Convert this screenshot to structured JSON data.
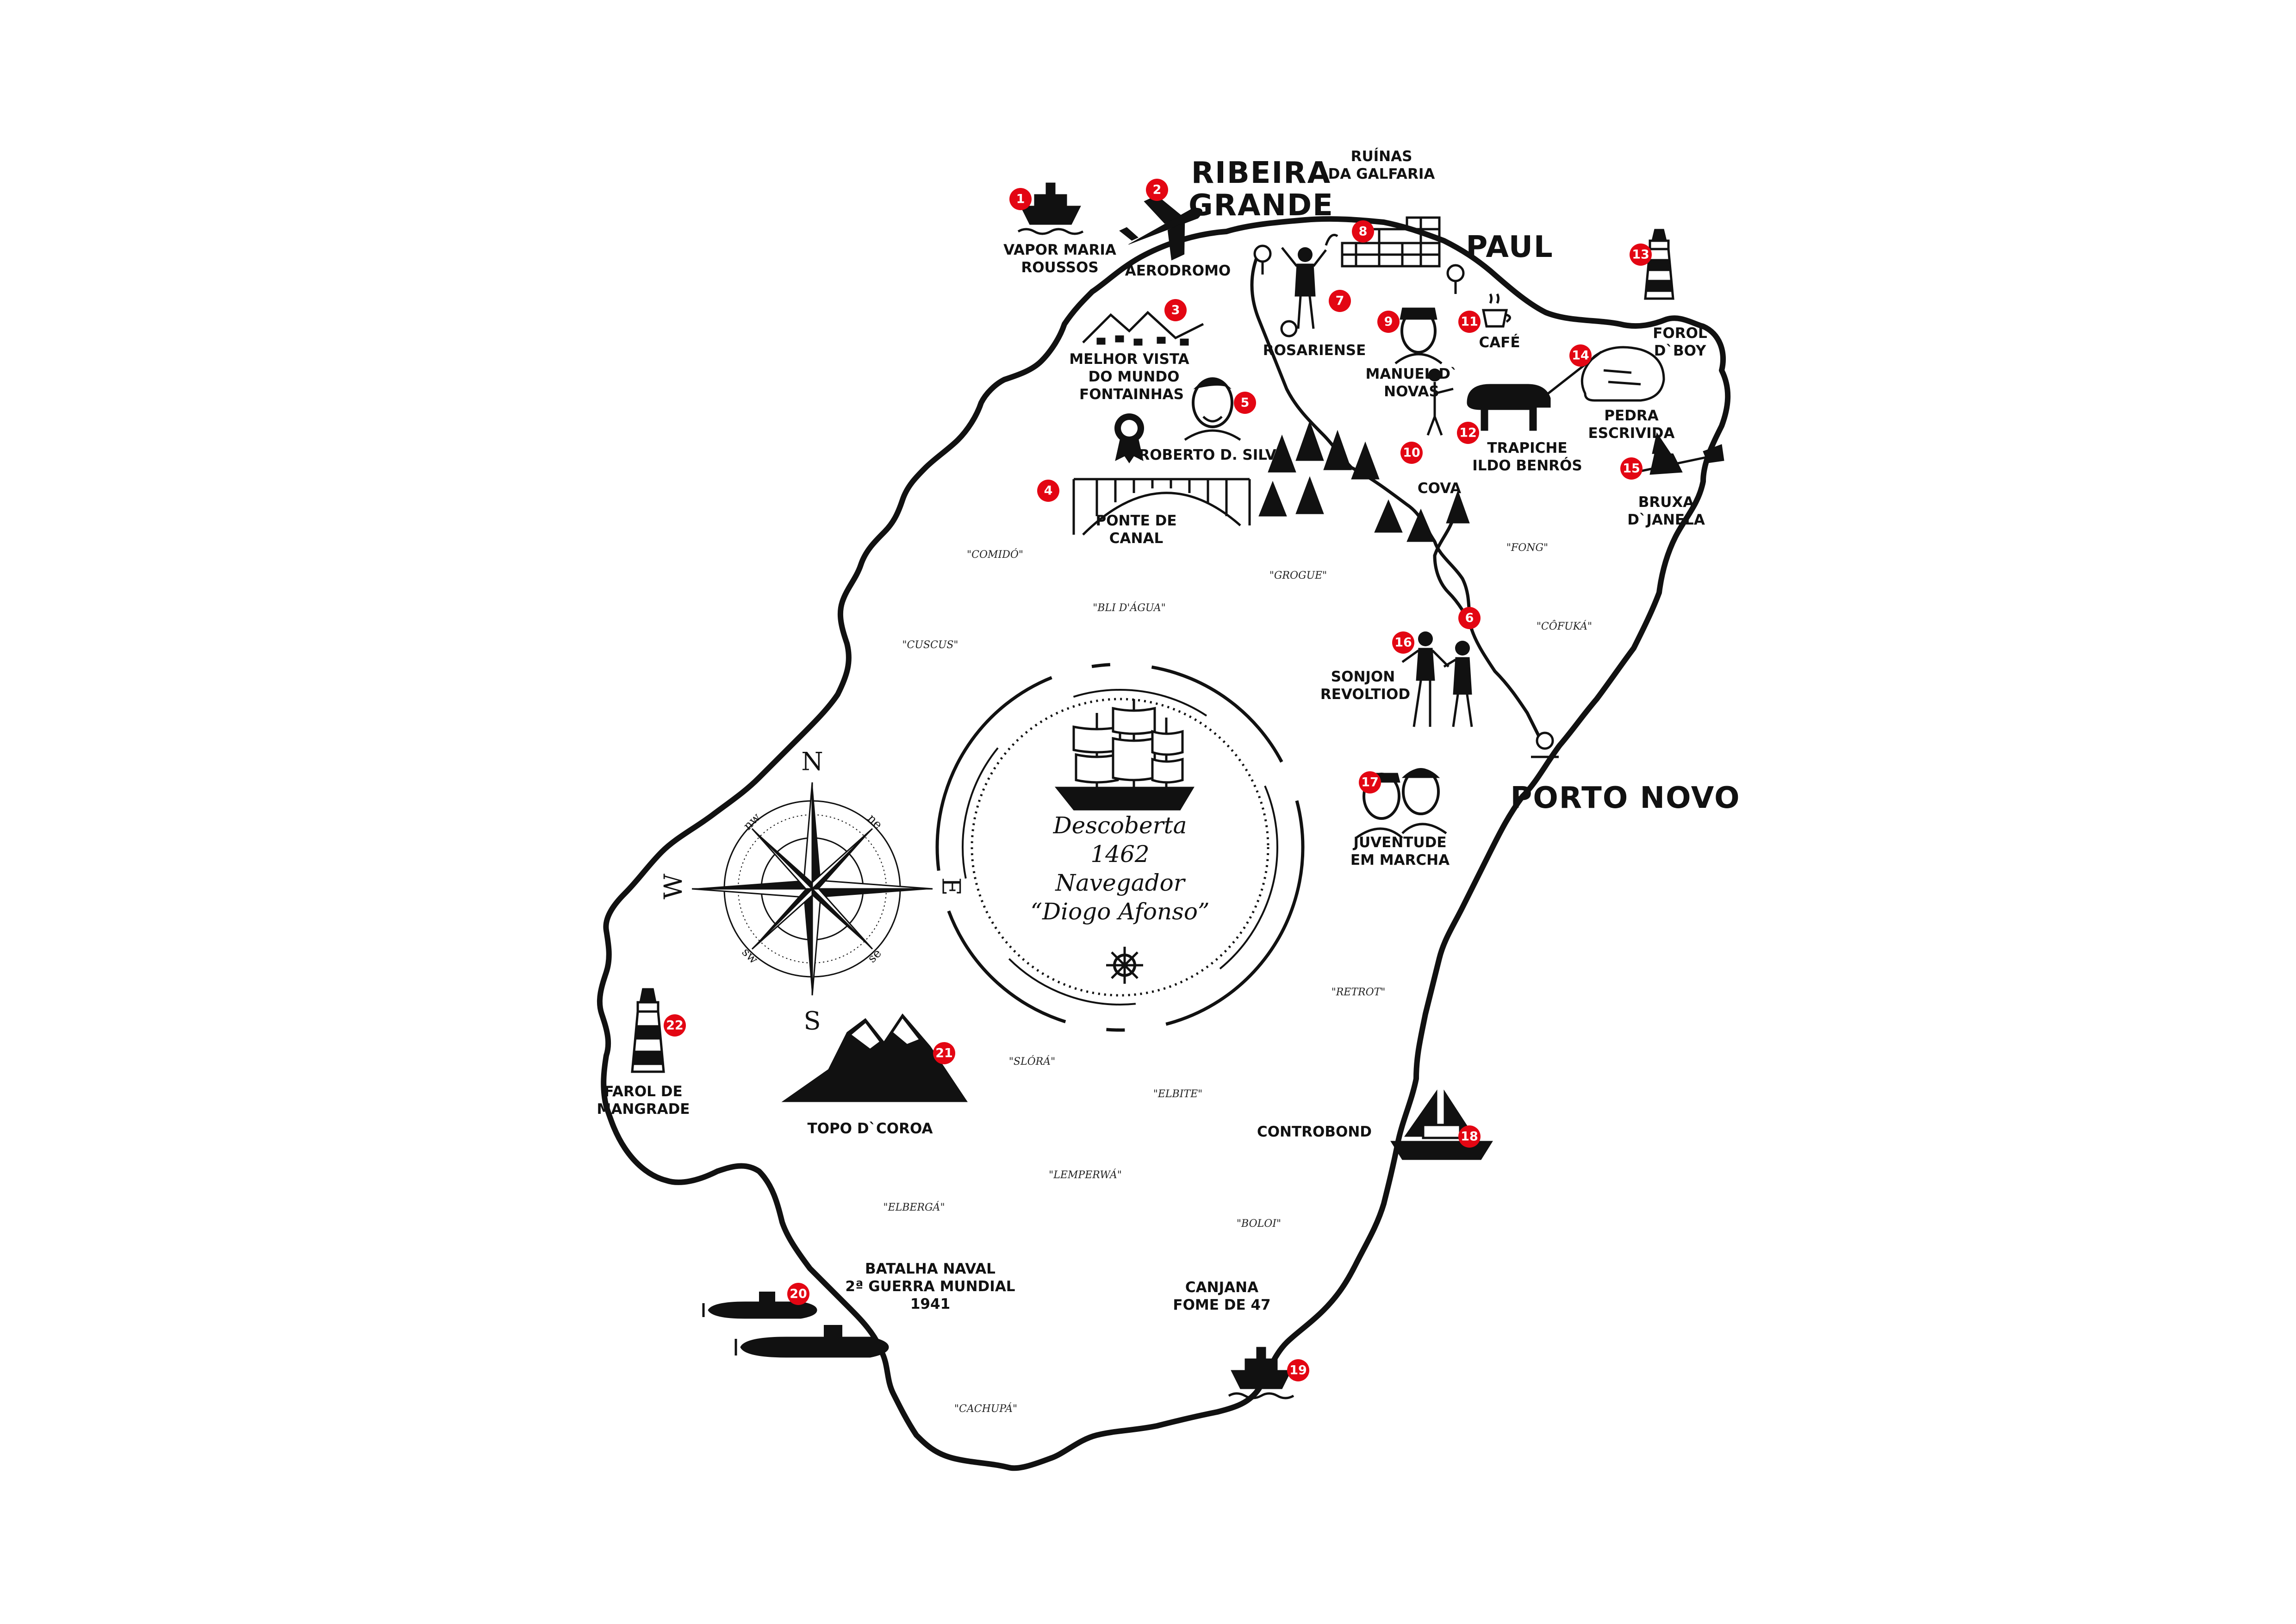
{
  "map": {
    "regions": {
      "ribeira_grande": [
        "RIBEIRA",
        "GRANDE"
      ],
      "paul": "PAUL",
      "porto_novo": "PORTO NOVO"
    },
    "landmarks": [
      {
        "n": "1",
        "lines": [
          "VAPOR MARIA",
          "ROUSSOS"
        ]
      },
      {
        "n": "2",
        "lines": [
          "AERODROMO"
        ]
      },
      {
        "n": "3",
        "lines": [
          "MELHOR VISTA",
          "DO MUNDO",
          "FONTAINHAS"
        ]
      },
      {
        "n": "4",
        "lines": [
          "PONTE DE",
          "CANAL"
        ]
      },
      {
        "n": "5",
        "lines": [
          "ROBERTO D. SILVA"
        ]
      },
      {
        "n": "6",
        "lines": []
      },
      {
        "n": "7",
        "lines": [
          "ROSARIENSE"
        ]
      },
      {
        "n": "8",
        "lines": [
          "RUÍNAS",
          "DA GALFARIA"
        ]
      },
      {
        "n": "9",
        "lines": [
          "MANUEL D`",
          "NOVAS"
        ]
      },
      {
        "n": "10",
        "lines": [
          "COVA"
        ]
      },
      {
        "n": "11",
        "lines": [
          "CAFÉ"
        ]
      },
      {
        "n": "12",
        "lines": [
          "TRAPICHE",
          "ILDO BENRÓS"
        ]
      },
      {
        "n": "13",
        "lines": [
          "FOROL",
          "D`BOY"
        ]
      },
      {
        "n": "14",
        "lines": [
          "PEDRA",
          "ESCRIVIDA"
        ]
      },
      {
        "n": "15",
        "lines": [
          "BRUXA",
          "D`JANELA"
        ]
      },
      {
        "n": "16",
        "lines": [
          "SONJON",
          "REVOLTIOD"
        ]
      },
      {
        "n": "17",
        "lines": [
          "JUVENTUDE",
          "EM MARCHA"
        ]
      },
      {
        "n": "18",
        "lines": [
          "CONTROBOND"
        ]
      },
      {
        "n": "19",
        "lines": [
          "CANJANA",
          "FOME DE 47"
        ]
      },
      {
        "n": "20",
        "lines": [
          "BATALHA NAVAL",
          "2ª GUERRA MUNDIAL",
          "1941"
        ]
      },
      {
        "n": "21",
        "lines": [
          "TOPO D`COROA"
        ]
      },
      {
        "n": "22",
        "lines": [
          "FAROL DE",
          "MANGRADE"
        ]
      }
    ],
    "food_words": [
      "\"COMIDÓ\"",
      "\"GROGUE\"",
      "\"BLI D'ÁGUA\"",
      "\"CUSCUS\"",
      "\"FONG\"",
      "\"CÔFUKÁ\"",
      "\"RETROT\"",
      "\"SLÓRÁ\"",
      "\"ELBITE\"",
      "\"LEMPERWÁ\"",
      "\"ELBERGÁ\"",
      "\"BOLOI\"",
      "\"CACHUPÁ\""
    ],
    "center": {
      "line1": "Descoberta",
      "line2": "1462",
      "line3": "Navegador",
      "line4": "“Diogo Afonso”"
    },
    "compass": {
      "n": "N",
      "s": "S",
      "e": "E",
      "w": "W",
      "nw": "nw",
      "ne": "ne",
      "sw": "sw",
      "se": "se"
    },
    "colors": {
      "badge": "#e30613",
      "ink": "#111111",
      "background": "#ffffff"
    },
    "icons": [
      "ship-icon",
      "airplane-icon",
      "mountain-houses-icon",
      "bridge-icon",
      "portrait-icon",
      "medal-icon",
      "pin-icon",
      "football-player-icon",
      "stone-ruins-icon",
      "pine-trees-icon",
      "coffee-cup-icon",
      "oxen-mill-icon",
      "lighthouse-icon",
      "rock-icon",
      "witch-icon",
      "dancers-icon",
      "men-talking-icon",
      "sailboat-icon",
      "submarine-icon",
      "mountains-icon",
      "compass-rose-icon",
      "sailing-ship-icon",
      "ship-wheel-icon"
    ]
  }
}
